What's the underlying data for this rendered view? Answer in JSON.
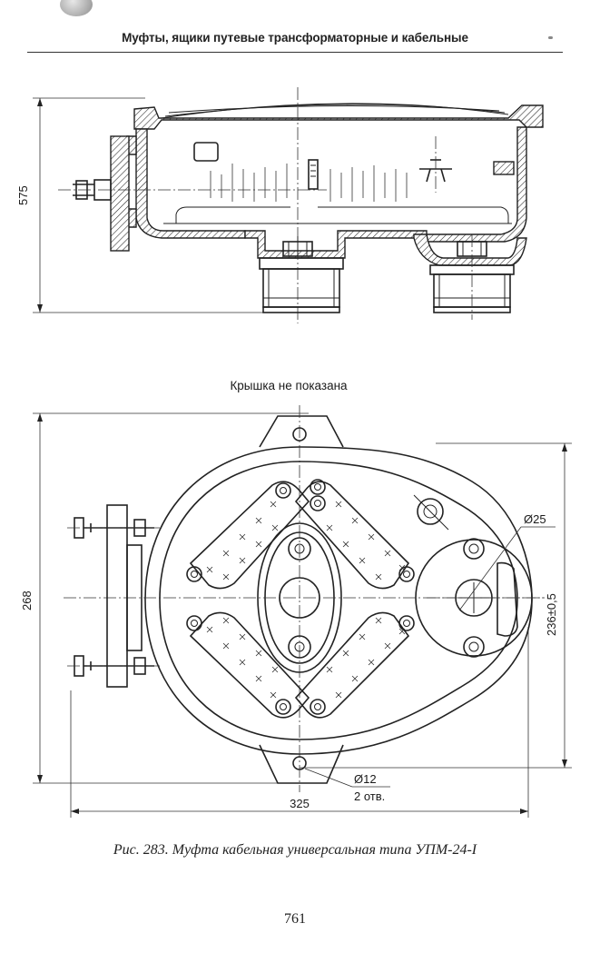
{
  "page": {
    "running_head": "Муфты, ящики путевые трансформаторные и кабельные",
    "caption": "Рис. 283. Муфта кабельная универсальная типа УПМ-24-I",
    "page_number": "761"
  },
  "drawing": {
    "note": "Крышка не показана",
    "dimensions": {
      "height_side_view": "575",
      "height_plan_view": "268",
      "width_plan_view": "325",
      "hole_centers": "236±0,5",
      "diameter_large": "Ø25",
      "diameter_small": "Ø12",
      "hole_count": "2 отв."
    }
  }
}
